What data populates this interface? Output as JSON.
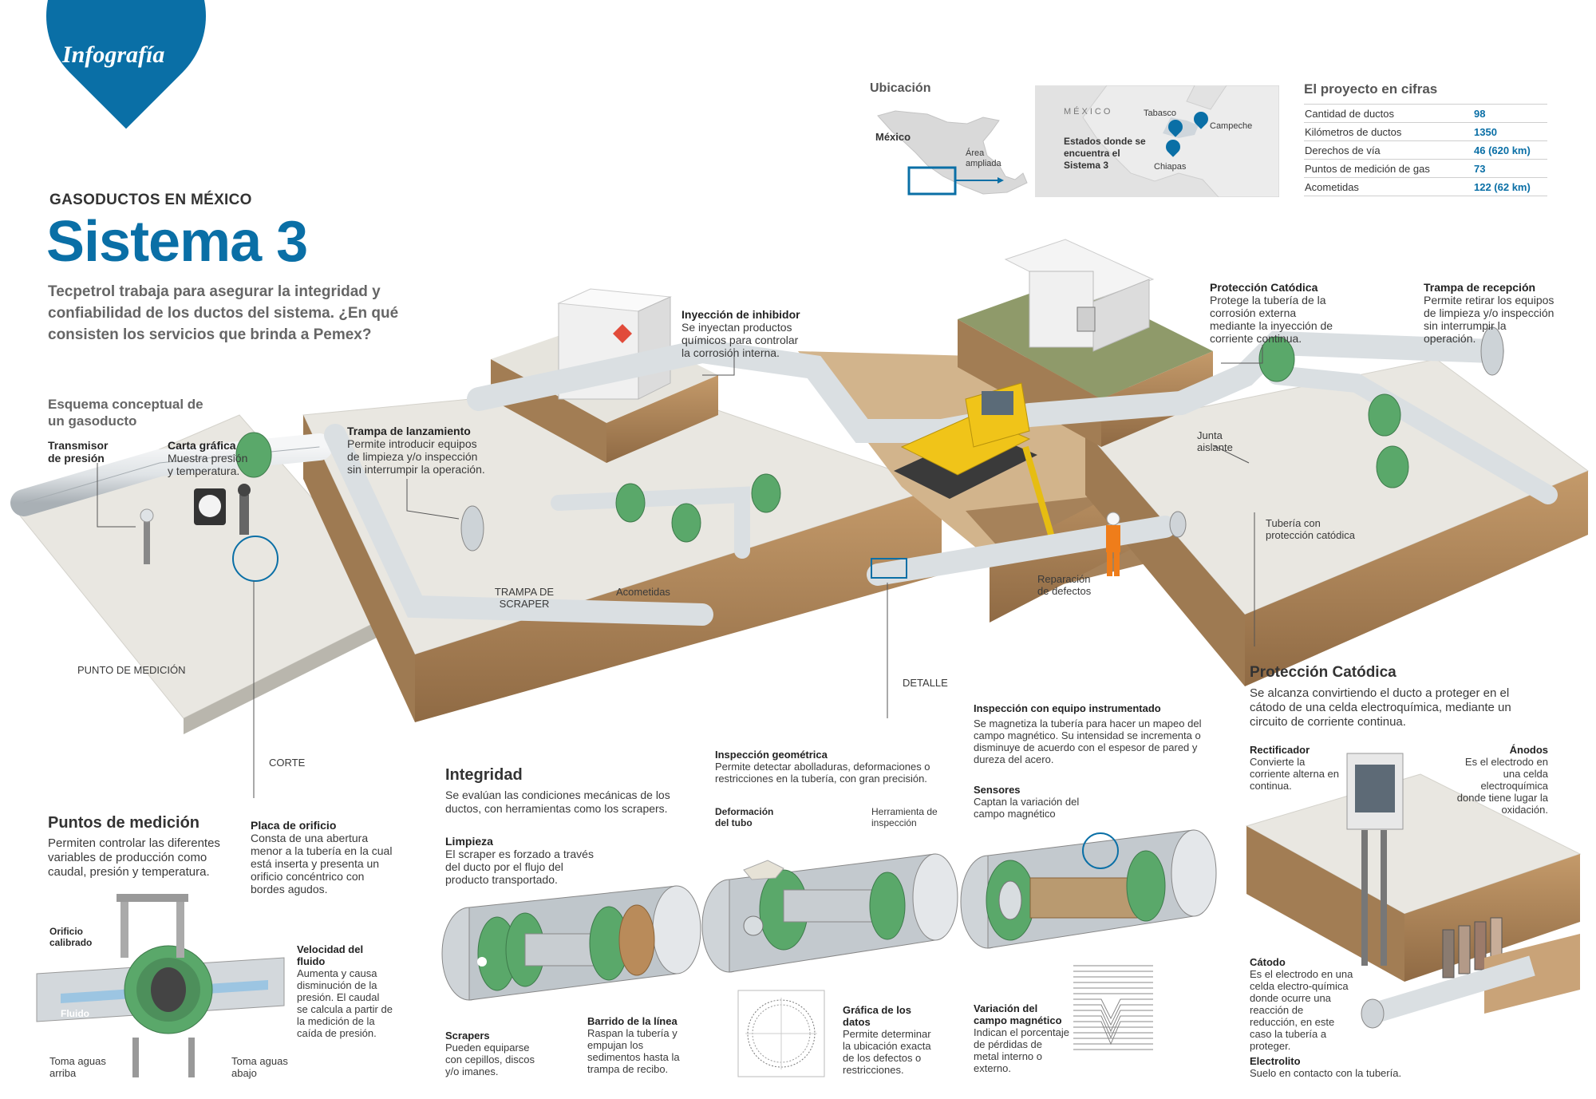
{
  "header": {
    "badge": "Infografía",
    "kicker": "GASODUCTOS EN MÉXICO",
    "title": "Sistema 3",
    "intro": "Tecpetrol trabaja para asegurar la integridad y confiabilidad de los ductos del sistema. ¿En qué consisten los servicios que brinda a Pemex?"
  },
  "ubicacion": {
    "title": "Ubicación",
    "country": "México",
    "area_label": "Área ampliada",
    "map_country": "MÉXICO",
    "states_label": "Estados donde se encuentra el Sistema 3",
    "states": [
      "Tabasco",
      "Campeche",
      "Chiapas"
    ]
  },
  "stats": {
    "title": "El proyecto en cifras",
    "rows": [
      {
        "label": "Cantidad de ductos",
        "value": "98"
      },
      {
        "label": "Kilómetros de ductos",
        "value": "1350"
      },
      {
        "label": "Derechos de vía",
        "value": "46 (620 km)"
      },
      {
        "label": "Puntos de medición de gas",
        "value": "73"
      },
      {
        "label": "Acometidas",
        "value": "122 (62 km)"
      }
    ]
  },
  "diagram": {
    "scheme_title": "Esquema conceptual de un gasoducto",
    "transmisor": {
      "title": "Transmisor de presión"
    },
    "carta": {
      "title": "Carta gráfica",
      "text": "Muestra presión y temperatura."
    },
    "lanzamiento": {
      "title": "Trampa de lanzamiento",
      "text": "Permite introducir equipos de limpieza y/o inspección sin interrumpir la operación."
    },
    "inhibidor": {
      "title": "Inyección de inhibidor",
      "text": "Se inyectan productos químicos para controlar la corrosión interna."
    },
    "proteccion_top": {
      "title": "Protección Catódica",
      "text": "Protege la tubería de la corrosión externa mediante la inyección de corriente continua."
    },
    "recepcion": {
      "title": "Trampa de recepción",
      "text": "Permite retirar los equipos de limpieza y/o inspección sin interrumpir la operación."
    },
    "junta": "Junta aislante",
    "tuberia": "Tubería con protección catódica",
    "reparacion": "Reparación de defectos",
    "trampa_scraper": "TRAMPA DE SCRAPER",
    "acometidas": "Acometidas",
    "punto_medicion": "PUNTO DE MEDICIÓN",
    "detalle": "DETALLE",
    "corte": "CORTE"
  },
  "puntos": {
    "title": "Puntos de medición",
    "text": "Permiten controlar las diferentes variables de producción como caudal, presión y temperatura.",
    "placa": {
      "title": "Placa de orificio",
      "text": "Consta de una abertura menor a la tubería en la cual está inserta y presenta un orificio concéntrico con bordes agudos."
    },
    "orificio": "Orificio calibrado",
    "fluido": "Fluido",
    "velocidad": {
      "title": "Velocidad del fluido",
      "text": "Aumenta y causa disminución de la presión. El caudal se calcula a partir de la medición de la caída de presión."
    },
    "toma_arriba": "Toma aguas arriba",
    "toma_abajo": "Toma aguas abajo"
  },
  "integridad": {
    "title": "Integridad",
    "text": "Se evalúan las condiciones mecánicas de los ductos, con herramientas como los scrapers.",
    "limpieza": {
      "title": "Limpieza",
      "text": "El scraper es forzado a través del ducto por el flujo del producto transportado."
    },
    "scrapers": {
      "title": "Scrapers",
      "text": "Pueden equiparse con cepillos, discos y/o imanes."
    },
    "barrido": {
      "title": "Barrido de la línea",
      "text": "Raspan la tubería y empujan los sedimentos hasta la trampa de recibo."
    },
    "geometrica": {
      "title": "Inspección geométrica",
      "text": "Permite detectar abolladuras, deformaciones o restricciones en la tubería, con gran precisión."
    },
    "deformacion": "Deformación del tubo",
    "herramienta": "Herramienta de inspección",
    "grafica": {
      "title": "Gráfica de los datos",
      "text": "Permite determinar la ubicación exacta de los defectos o restricciones."
    },
    "instrumentado": {
      "title": "Inspección con equipo instrumentado",
      "text": "Se magnetiza la tubería para hacer un mapeo del campo magnético. Su intensidad se incrementa o disminuye de acuerdo con el espesor de pared y dureza del acero."
    },
    "sensores": {
      "title": "Sensores",
      "text": "Captan la variación del campo magnético"
    },
    "variacion": {
      "title": "Variación del campo magnético",
      "text": "Indican el porcentaje de pérdidas de metal interno o externo."
    }
  },
  "catodica": {
    "title": "Protección Catódica",
    "text": "Se alcanza convirtiendo el ducto a proteger en el cátodo de una celda electroquímica, mediante un circuito de corriente continua.",
    "rectificador": {
      "title": "Rectificador",
      "text": "Convierte la corriente alterna en continua."
    },
    "anodos": {
      "title": "Ánodos",
      "text": "Es el electrodo en una celda electroquímica donde tiene lugar la oxidación."
    },
    "catodo": {
      "title": "Cátodo",
      "text": "Es el electrodo en una celda electro-química donde ocurre una reacción de reducción, en este caso la tubería a proteger."
    },
    "electrolito": {
      "title": "Electrolito",
      "text": "Suelo en contacto con la tubería."
    }
  },
  "colors": {
    "brand": "#0a6fa6",
    "pipe": "#dfe3e6",
    "valve": "#5aa86a",
    "soil": "#b28a5e",
    "concrete": "#e9e7e1"
  }
}
